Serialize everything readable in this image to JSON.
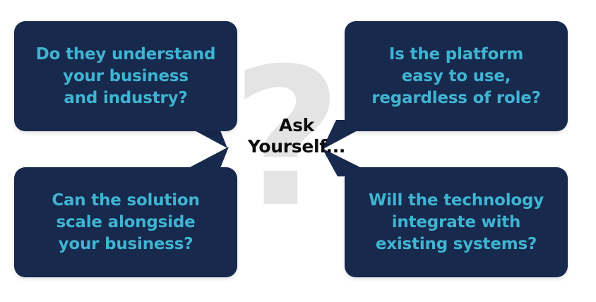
{
  "graphic": {
    "title": "Ask Yourself...",
    "center_line_1": "Ask",
    "center_line_2": "Yourself...",
    "watermark_glyph": "?",
    "background_color": "#ffffff",
    "bubble_color": "#17294c",
    "bubble_text_color": "#3fb4d2",
    "center_text_color": "#0d0d0d",
    "watermark_color": "#e4e4e4"
  },
  "bubbles": [
    {
      "id": "top-left",
      "position": "top-left",
      "lines": [
        "Do they understand",
        "your business",
        "and industry?"
      ],
      "full_text": "Do they understand your business and industry?"
    },
    {
      "id": "top-right",
      "position": "top-right",
      "lines": [
        "Is the platform",
        "easy to use,",
        "regardless of role?"
      ],
      "full_text": "Is the platform easy to use, regardless of role?"
    },
    {
      "id": "bottom-left",
      "position": "bottom-left",
      "lines": [
        "Can the solution",
        "scale alongside",
        "your business?"
      ],
      "full_text": "Can the solution scale alongside your business?"
    },
    {
      "id": "bottom-right",
      "position": "bottom-right",
      "lines": [
        "Will the technology",
        "integrate with",
        "existing systems?"
      ],
      "full_text": "Will the technology integrate with existing systems?"
    }
  ]
}
